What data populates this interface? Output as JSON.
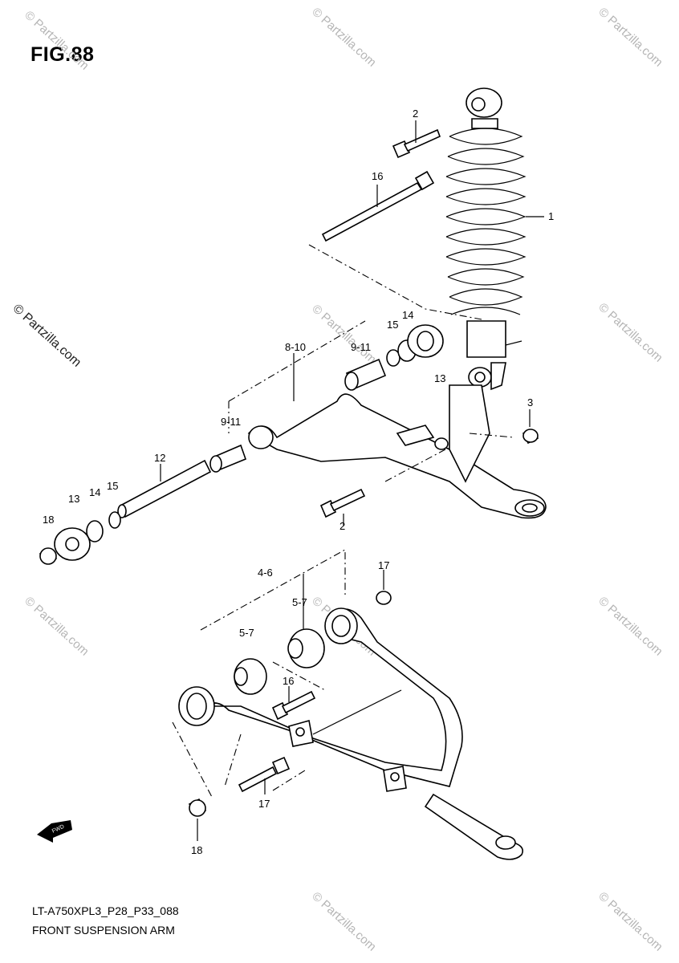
{
  "figure_title": "FIG.88",
  "copyright_text": "© Partzilla.com",
  "watermark_text": "© Partzilla.com",
  "model_code": "LT-A750XPL3_P28_P33_088",
  "diagram_name": "FRONT SUSPENSION ARM",
  "direction_badge": "FWD",
  "callouts": {
    "c1": "1",
    "c2a": "2",
    "c2b": "2",
    "c3": "3",
    "c16a": "16",
    "c8_10": "8-10",
    "c9_11a": "9-11",
    "c9_11b": "9-11",
    "c14a": "14",
    "c15a": "15",
    "c13a": "13",
    "c12": "12",
    "c13b": "13",
    "c14b": "14",
    "c15b": "15",
    "c18a": "18",
    "c4_6": "4-6",
    "c5_7a": "5-7",
    "c5_7b": "5-7",
    "c17a": "17",
    "c16b": "16",
    "c17b": "17",
    "c18b": "18"
  }
}
